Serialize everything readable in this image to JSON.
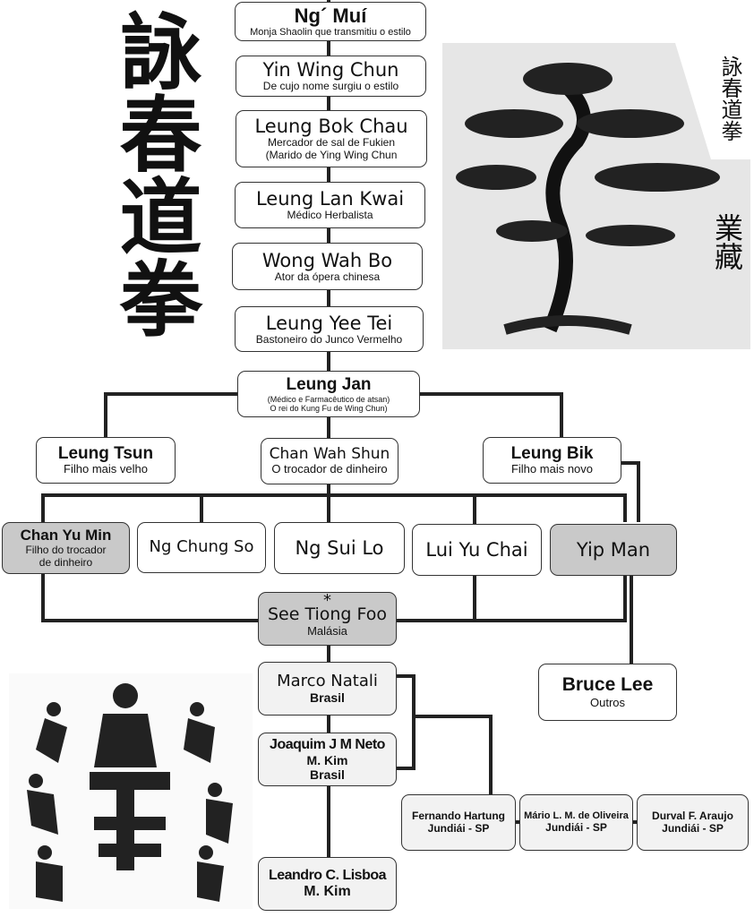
{
  "calligraphy": "詠春道拳",
  "tree_image": {
    "inscription": "詠春道拳",
    "signature": "業藏"
  },
  "lineage": [
    {
      "name": "Ng´ Muí",
      "desc": [
        "Monja Shaolin que transmitiu o estilo"
      ]
    },
    {
      "name": "Yin Wing Chun",
      "desc": [
        "De cujo nome surgiu o estilo"
      ]
    },
    {
      "name": "Leung Bok Chau",
      "desc": [
        "Mercador de sal de Fukien",
        "(Marido de Ying Wing Chun"
      ]
    },
    {
      "name": "Leung Lan Kwai",
      "desc": [
        "Médico Herbalista"
      ]
    },
    {
      "name": "Wong Wah Bo",
      "desc": [
        "Ator da ópera chinesa"
      ]
    },
    {
      "name": "Leung Yee Tei",
      "desc": [
        "Bastoneiro do Junco Vermelho"
      ]
    },
    {
      "name": "Leung Jan",
      "desc": [
        "(Médico e Farmacêutico de  atsan)",
        "O rei do Kung Fu de Wing Chun)"
      ]
    },
    {
      "name": "Leung Tsun",
      "desc": [
        "Filho mais velho"
      ]
    },
    {
      "name": "Chan Wah Shun",
      "desc": [
        "O trocador de dinheiro"
      ]
    },
    {
      "name": "Leung Bik",
      "desc": [
        "Filho mais novo"
      ]
    },
    {
      "name": "Chan Yu Min",
      "desc": [
        "Filho do trocador",
        "de dinheiro"
      ]
    },
    {
      "name": "Ng Chung So",
      "desc": []
    },
    {
      "name": "Ng Sui Lo",
      "desc": []
    },
    {
      "name": "Lui Yu Chai",
      "desc": []
    },
    {
      "name": "Yip Man",
      "desc": []
    },
    {
      "name": "See Tiong Foo",
      "desc": [
        "Malásia"
      ],
      "mark": "*"
    },
    {
      "name": "Marco Natali",
      "desc": [
        "Brasil"
      ]
    },
    {
      "name": "Joaquim J M Neto",
      "desc": [
        "M. Kim",
        "Brasil"
      ]
    },
    {
      "name": "Bruce Lee",
      "desc": [
        "Outros"
      ]
    },
    {
      "name": "Fernando Hartung",
      "desc": [
        "Jundiái - SP"
      ]
    },
    {
      "name": "Mário L. M. de Oliveira",
      "desc": [
        "Jundiái - SP"
      ]
    },
    {
      "name": "Durval F. Araujo",
      "desc": [
        "Jundiái - SP"
      ]
    },
    {
      "name": "Leandro C. Lisboa",
      "desc": [
        "M. Kim"
      ]
    }
  ]
}
